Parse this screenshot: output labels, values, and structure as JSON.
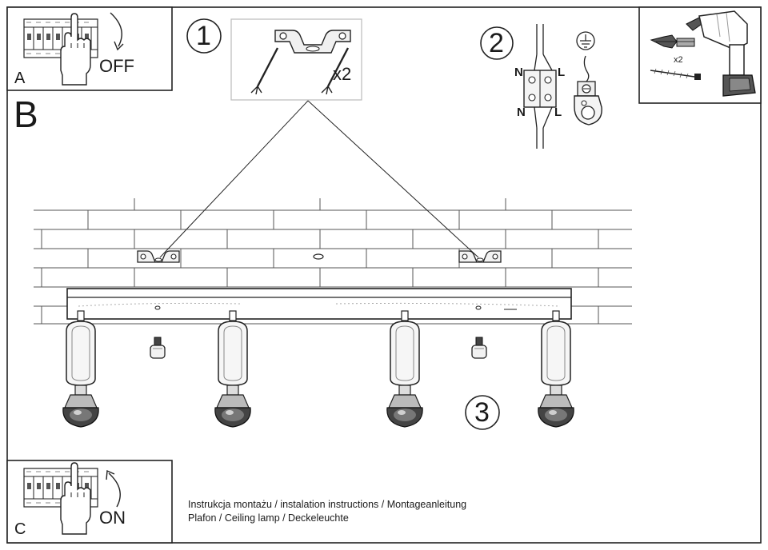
{
  "panels": {
    "a": {
      "letter": "A",
      "switch_state": "OFF"
    },
    "b": {
      "letter": "B"
    },
    "c": {
      "letter": "C",
      "switch_state": "ON"
    }
  },
  "steps": {
    "one": {
      "number": "1",
      "quantity": "x2"
    },
    "two": {
      "number": "2",
      "neutral_top": "N",
      "live_top": "L",
      "neutral_bottom": "N",
      "live_bottom": "L"
    },
    "three": {
      "number": "3"
    }
  },
  "tools": {
    "quantity": "x2"
  },
  "footer": {
    "line1": "Instrukcja montażu / instalation instructions / Montageanleitung",
    "line2": "Plafon / Ceiling lamp / Deckeleuchte"
  }
}
